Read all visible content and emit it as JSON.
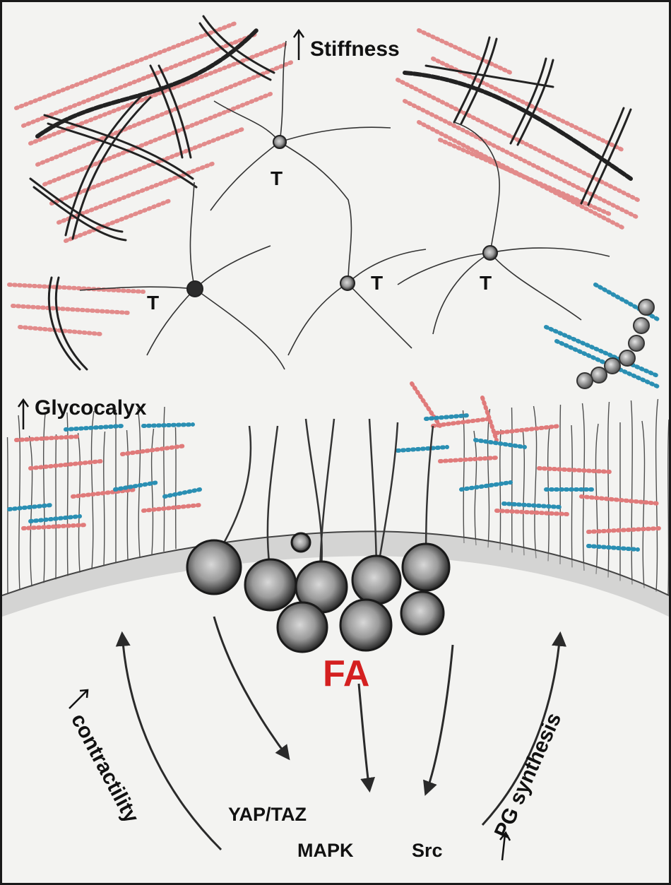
{
  "labels": {
    "stiffness": "Stiffness",
    "glycocalyx": "Glycocalyx",
    "fa": "FA",
    "yap_taz": "YAP/TAZ",
    "mapk": "MAPK",
    "src": "Src",
    "contractility": "contractility",
    "pg_synthesis": "PG synthesis",
    "cell_labels": [
      "T",
      "T",
      "T",
      "T"
    ]
  },
  "colors": {
    "pencil": "#2a2a2a",
    "red_fiber": "#e07a7a",
    "blue_fiber": "#2a8fb3",
    "fa_text": "#d42020",
    "paper": "#f3f3f1"
  },
  "icons": {
    "up_arrow": "up-arrow-icon"
  }
}
